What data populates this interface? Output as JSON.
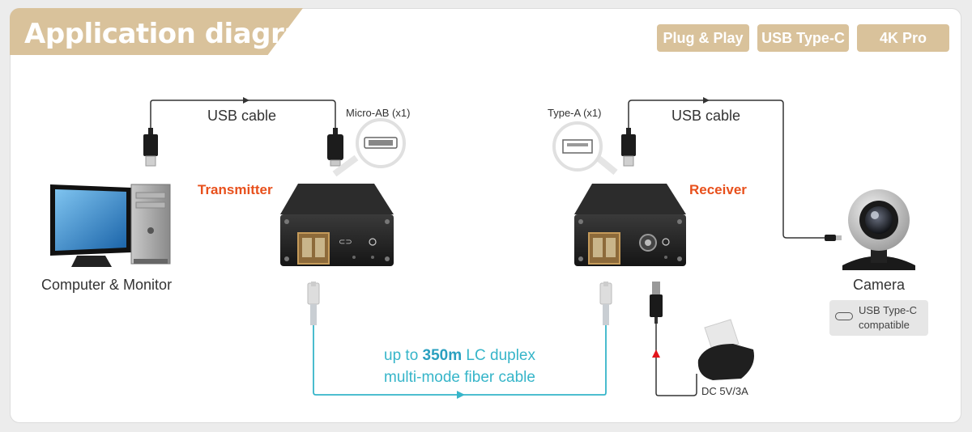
{
  "title": "Application diagram",
  "badges": [
    "Plug & Play",
    "USB Type-C",
    "4K Pro"
  ],
  "labels": {
    "usb_cable_left": "USB cable",
    "usb_cable_right": "USB cable",
    "micro_ab": "Micro-AB (x1)",
    "type_a": "Type-A (x1)",
    "transmitter": "Transmitter",
    "receiver": "Receiver",
    "computer": "Computer & Monitor",
    "camera": "Camera",
    "usb_c_compat_line1": "USB Type-C",
    "usb_c_compat_line2": "compatible",
    "fiber_line1_pre": "up to ",
    "fiber_line1_bold": "350m",
    "fiber_line1_post": " LC duplex",
    "fiber_line2": "multi-mode fiber cable",
    "dc": "DC 5V/3A"
  },
  "colors": {
    "accent": "#d9c29b",
    "device_label": "#e8501c",
    "fiber": "#36b5c9",
    "power_arrow": "#e3141b"
  }
}
